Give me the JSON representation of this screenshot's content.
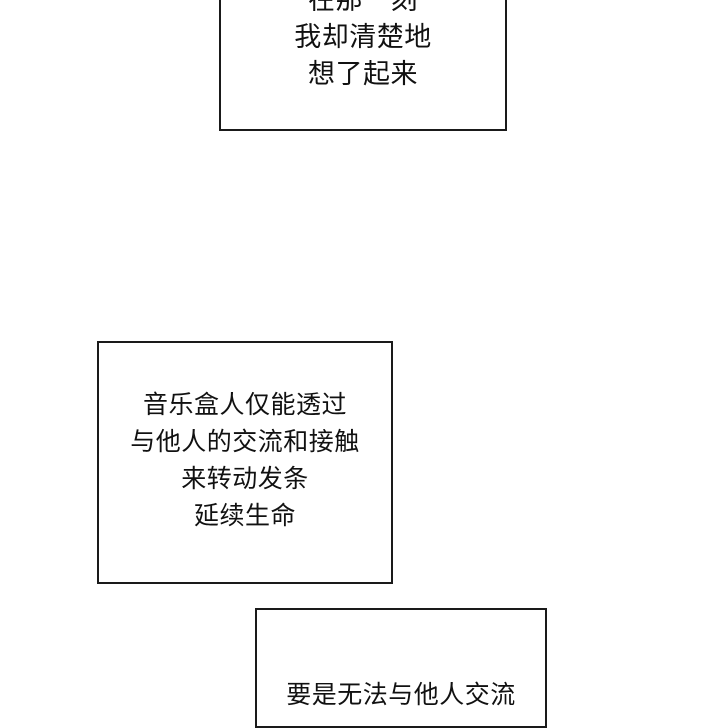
{
  "captions": [
    {
      "lines": [
        "在那一刻",
        "我却清楚地",
        "想了起来"
      ]
    },
    {
      "lines": [
        "音乐盒人仅能透过",
        "与他人的交流和接触",
        "来转动发条",
        "延续生命"
      ]
    },
    {
      "lines": [
        "要是无法与他人交流"
      ]
    }
  ]
}
